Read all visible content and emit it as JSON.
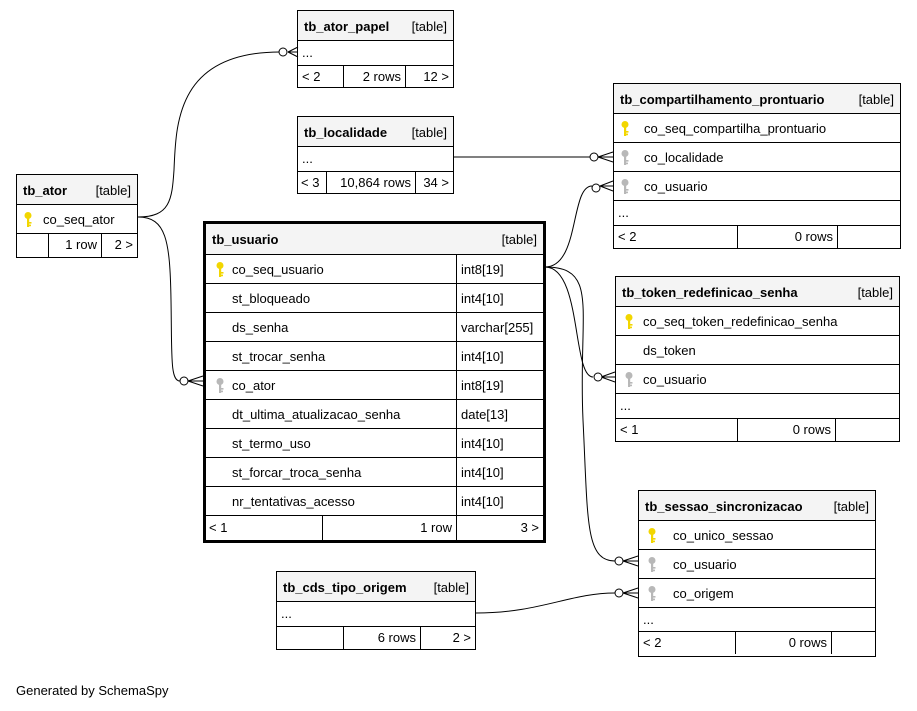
{
  "tables": {
    "tb_ator_papel": {
      "name": "tb_ator_papel",
      "type": "[table]",
      "ellipsis": "...",
      "prev": "< 2",
      "rows": "2 rows",
      "next": "12 >"
    },
    "tb_localidade": {
      "name": "tb_localidade",
      "type": "[table]",
      "ellipsis": "...",
      "prev": "< 3",
      "rows": "10,864 rows",
      "next": "34 >"
    },
    "tb_ator": {
      "name": "tb_ator",
      "type": "[table]",
      "columns": [
        {
          "name": "co_seq_ator",
          "key": "primary"
        }
      ],
      "prev": "",
      "rows": "1 row",
      "next": "2 >"
    },
    "tb_usuario": {
      "name": "tb_usuario",
      "type": "[table]",
      "columns": [
        {
          "name": "co_seq_usuario",
          "type": "int8[19]",
          "key": "primary"
        },
        {
          "name": "st_bloqueado",
          "type": "int4[10]",
          "key": ""
        },
        {
          "name": "ds_senha",
          "type": "varchar[255]",
          "key": ""
        },
        {
          "name": "st_trocar_senha",
          "type": "int4[10]",
          "key": ""
        },
        {
          "name": "co_ator",
          "type": "int8[19]",
          "key": "foreign"
        },
        {
          "name": "dt_ultima_atualizacao_senha",
          "type": "date[13]",
          "key": ""
        },
        {
          "name": "st_termo_uso",
          "type": "int4[10]",
          "key": ""
        },
        {
          "name": "st_forcar_troca_senha",
          "type": "int4[10]",
          "key": ""
        },
        {
          "name": "nr_tentativas_acesso",
          "type": "int4[10]",
          "key": ""
        }
      ],
      "prev": "< 1",
      "rows": "1 row",
      "next": "3 >"
    },
    "tb_compartilhamento_prontuario": {
      "name": "tb_compartilhamento_prontuario",
      "type": "[table]",
      "columns": [
        {
          "name": "co_seq_compartilha_prontuario",
          "key": "primary"
        },
        {
          "name": "co_localidade",
          "key": "foreign"
        },
        {
          "name": "co_usuario",
          "key": "foreign"
        }
      ],
      "ellipsis": "...",
      "prev": "< 2",
      "rows": "0 rows",
      "next": ""
    },
    "tb_token_redefinicao_senha": {
      "name": "tb_token_redefinicao_senha",
      "type": "[table]",
      "columns": [
        {
          "name": "co_seq_token_redefinicao_senha",
          "key": "primary"
        },
        {
          "name": "ds_token",
          "key": ""
        },
        {
          "name": "co_usuario",
          "key": "foreign"
        }
      ],
      "ellipsis": "...",
      "prev": "< 1",
      "rows": "0 rows",
      "next": ""
    },
    "tb_sessao_sincronizacao": {
      "name": "tb_sessao_sincronizacao",
      "type": "[table]",
      "columns": [
        {
          "name": "co_unico_sessao",
          "key": "primary"
        },
        {
          "name": "co_usuario",
          "key": "foreign"
        },
        {
          "name": "co_origem",
          "key": "foreign"
        }
      ],
      "ellipsis": "...",
      "prev": "< 2",
      "rows": "0 rows",
      "next": ""
    },
    "tb_cds_tipo_origem": {
      "name": "tb_cds_tipo_origem",
      "type": "[table]",
      "ellipsis": "...",
      "prev": "",
      "rows": "6 rows",
      "next": "2 >"
    }
  },
  "colors": {
    "primary_key": "#f2d600",
    "foreign_key": "#b8b8b8",
    "header_bg": "#f4f4f4",
    "line": "#000000"
  },
  "footer": "Generated by SchemaSpy"
}
